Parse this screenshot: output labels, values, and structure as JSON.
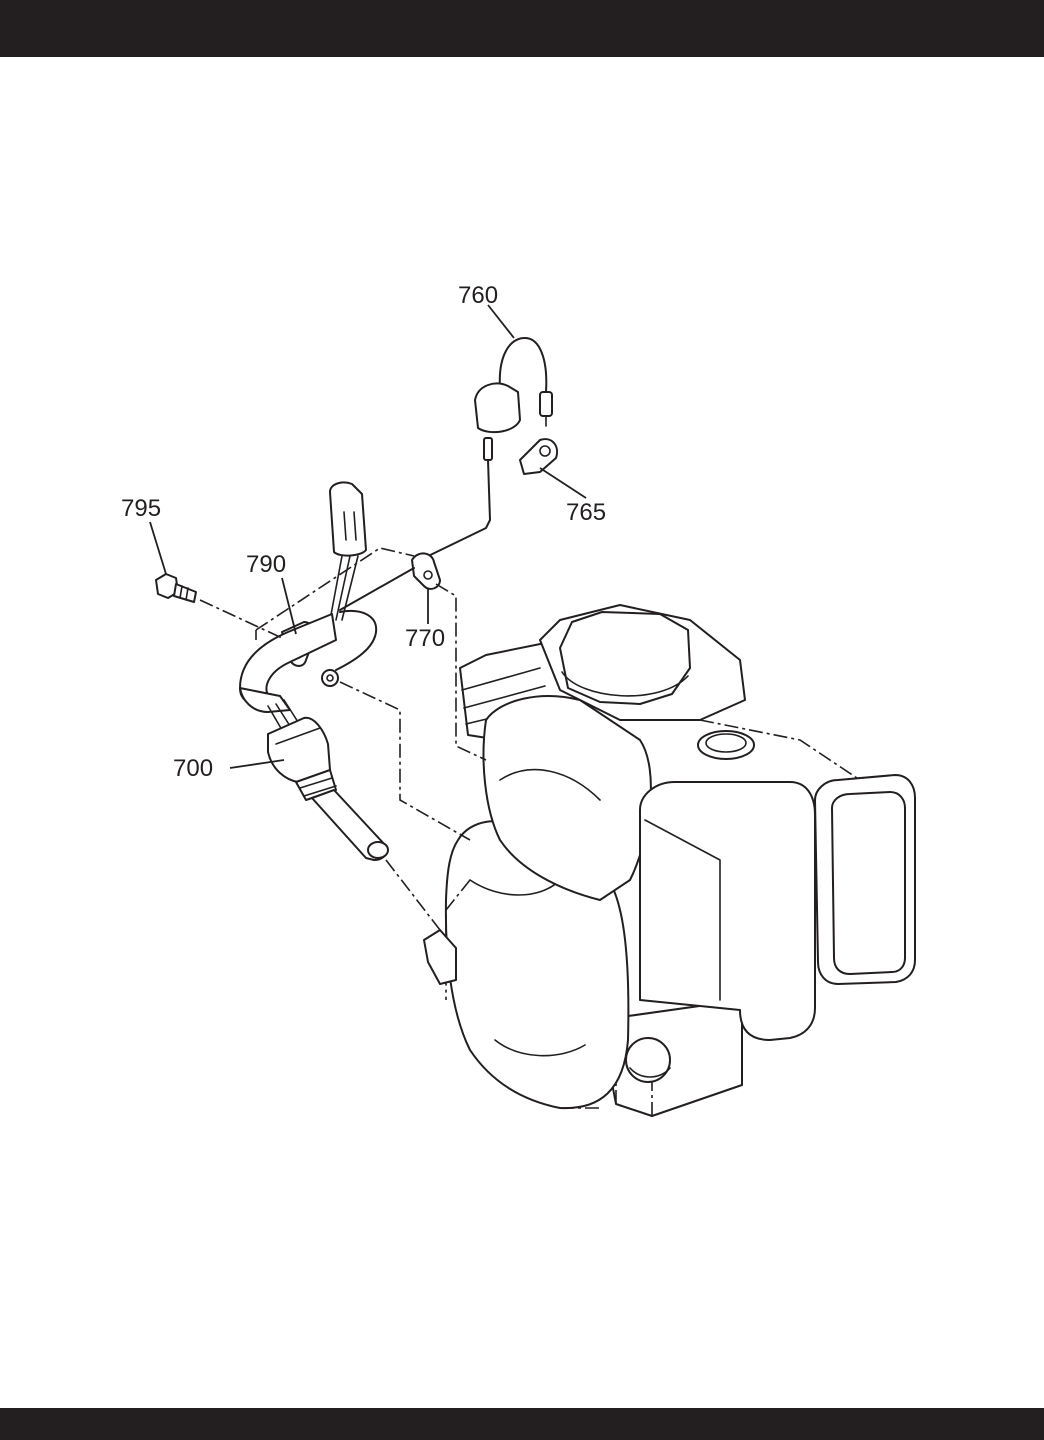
{
  "colors": {
    "ink": "#231f20",
    "band": "#231f20",
    "background": "#ffffff"
  },
  "callouts": {
    "c760": "760",
    "c765": "765",
    "c770": "770",
    "c790": "790",
    "c795": "795",
    "c700": "700"
  }
}
